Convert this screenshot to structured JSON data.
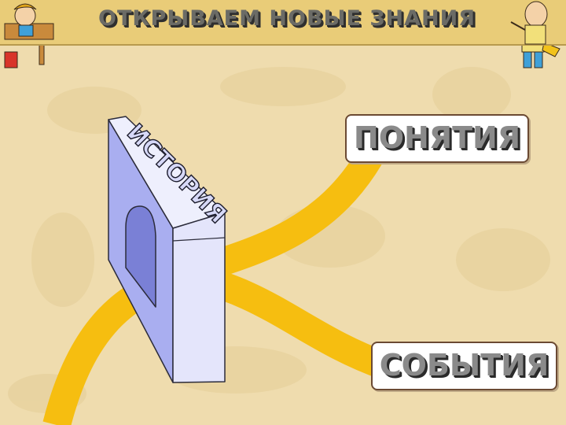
{
  "header": {
    "title": "ОТКРЫВАЕМ НОВЫЕ ЗНАНИЯ"
  },
  "bridge": {
    "sign_text": "ИСТОРИЯ"
  },
  "destinations": {
    "concepts_label": "ПОНЯТИЯ",
    "events_label": "СОБЫТИЯ"
  },
  "colors": {
    "background": "#efdcae",
    "title_bar": "#e9cc78",
    "road": "#f6be10",
    "bridge_front": "#e4e5fb",
    "bridge_side": "#a9aef0"
  },
  "icons": [
    "student-at-desk-illustration",
    "teacher-with-pointer-illustration"
  ]
}
